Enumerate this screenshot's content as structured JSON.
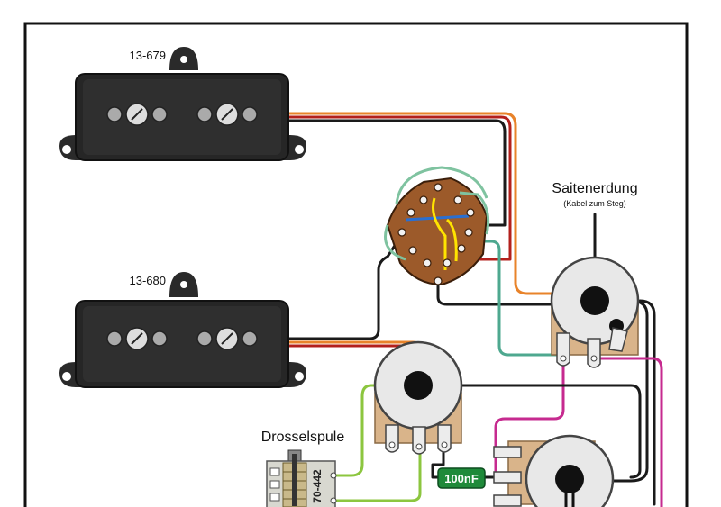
{
  "pickups": [
    {
      "part_number": "13-679"
    },
    {
      "part_number": "13-680"
    }
  ],
  "string_ground": {
    "title": "Saitenerdung",
    "subtitle": "(Kabel zum Steg)"
  },
  "choke": {
    "title": "Drosselspule",
    "part_number": "70-442"
  },
  "capacitor": {
    "value": "100nF"
  },
  "wire_colors": {
    "black": "#1a1a1a",
    "orange": "#e8832a",
    "red": "#b3201c",
    "green": "#8cc63f",
    "teal": "#4ea88f",
    "magenta": "#c62a8f",
    "yellow": "#ffe400",
    "blue": "#2a6fd1",
    "capacitor": "#1f8a3a"
  }
}
